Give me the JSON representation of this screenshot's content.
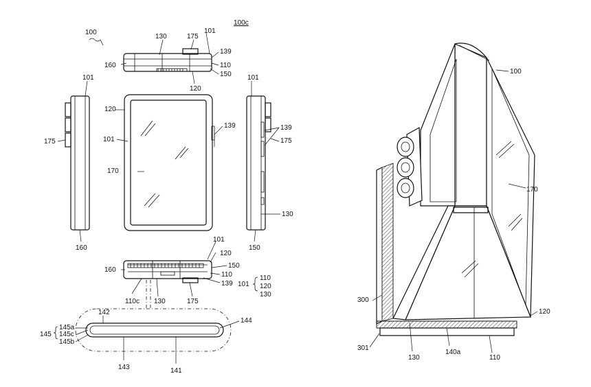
{
  "figure_title": "100c",
  "labels": {
    "l100": "100",
    "l130_top": "130",
    "l175_top": "175",
    "l101_top": "101",
    "l139_top": "139",
    "l160_top": "160",
    "l110_top": "110",
    "l150_top": "150",
    "l120_top": "120",
    "l101_left": "101",
    "l175_left": "175",
    "l160_left": "160",
    "l120_front": "120",
    "l101_front": "101",
    "l170_front": "170",
    "l139_front": "139",
    "l101_right": "101",
    "l139_right": "139",
    "l175_right": "175",
    "l130_right": "130",
    "l150_right": "150",
    "l101_bot": "101",
    "l120_bot": "120",
    "l160_bot": "160",
    "l150_bot": "150",
    "l110_bot": "110",
    "l139_bot": "139",
    "l110c": "110c",
    "l130_bot": "130",
    "l175_bot": "175",
    "legend_101": "101",
    "legend_110": "110",
    "legend_120": "120",
    "legend_130": "130",
    "l142": "142",
    "l145a": "145a",
    "l145c": "145c",
    "l145b": "145b",
    "l145": "145",
    "l144": "144",
    "l143": "143",
    "l141": "141",
    "r100": "100",
    "r170": "170",
    "r300": "300",
    "r301": "301",
    "r120": "120",
    "r130": "130",
    "r140a": "140a",
    "r110": "110"
  },
  "icons": {
    "squiggle": "squiggle-arrow-icon",
    "camera": "camera-module-icon",
    "speaker": "speaker-grille-icon"
  }
}
